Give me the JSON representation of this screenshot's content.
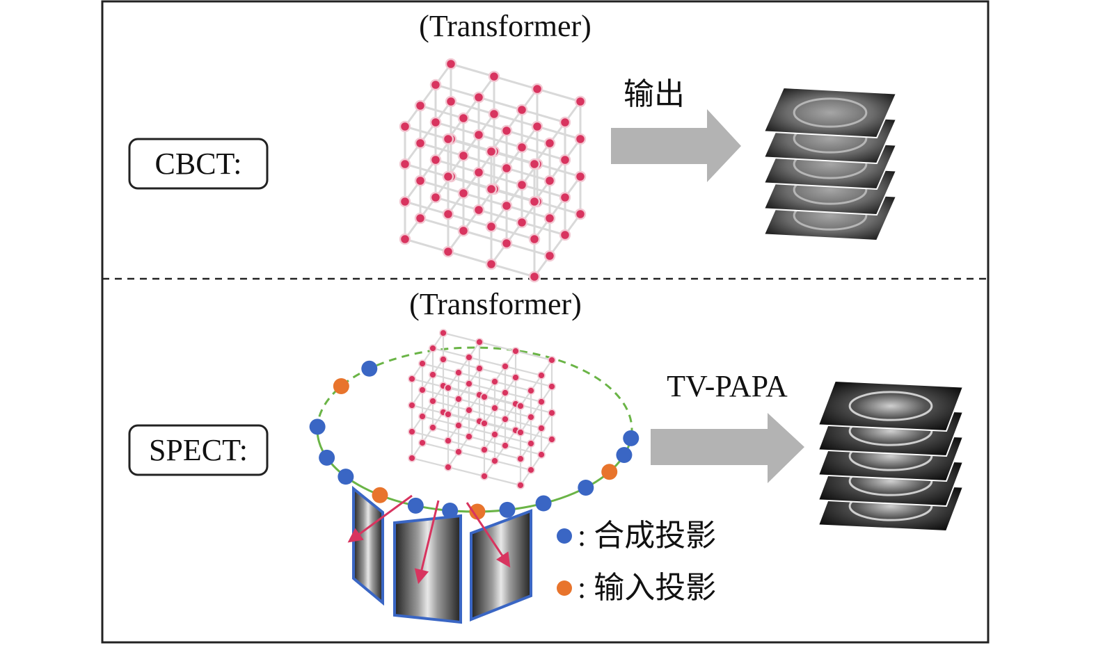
{
  "top_panel": {
    "model_label": "(Transformer)",
    "modality_label": "CBCT:",
    "arrow_label": "输出"
  },
  "bottom_panel": {
    "model_label": "(Transformer)",
    "modality_label": "SPECT:",
    "arrow_label": "TV-PAPA",
    "legend": [
      {
        "text": ": 合成投影",
        "color": "#3a66c4"
      },
      {
        "text": ": 输入投影",
        "color": "#e8742c"
      }
    ]
  },
  "colors": {
    "node": "#d8345f",
    "grid_line": "#d9d9d9",
    "arrow": "#b3b3b3",
    "ring_dash": "#6ab446",
    "synthetic_projection": "#3a66c4",
    "input_projection": "#e8742c",
    "ray_arrow": "#d8345f"
  }
}
